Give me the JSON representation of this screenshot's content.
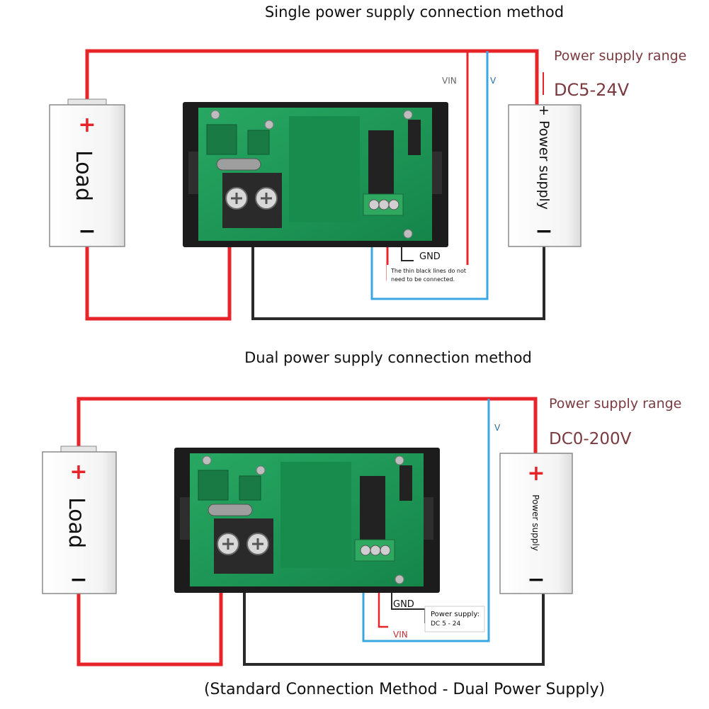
{
  "top": {
    "title": "Single power supply connection method",
    "range_label": "Power supply range",
    "range_value": "DC5-24V",
    "vin_tag": "VIN",
    "v_tag": "V",
    "gnd_tag": "GND",
    "note": [
      "The thin black lines do not",
      "need to be connected."
    ],
    "load": {
      "plus": "+",
      "minus": "−",
      "label": "Load"
    },
    "supply": {
      "plus": "+",
      "label": "Power supply",
      "minus": "−"
    }
  },
  "bottom": {
    "title": "Dual power supply connection method",
    "range_label": "Power supply range",
    "range_value": "DC0-200V",
    "v_tag": "V",
    "gnd_tag": "GND",
    "vin_tag": "VIN",
    "note": [
      "Power supply:",
      "DC 5 - 24"
    ],
    "load": {
      "plus": "+",
      "minus": "−",
      "label": "Load"
    },
    "supply": {
      "plus": "+",
      "label": "Power supply",
      "minus": "−"
    }
  },
  "footer": "(Standard Connection Method - Dual Power Supply)",
  "colors": {
    "red_wire": "#e8242b",
    "black_wire": "#2a2a2a",
    "blue_wire": "#3aa7e0",
    "range_text": "#7b3a3f",
    "pcb_green": "#1f9e57",
    "pcb_frame": "#1e1e1e"
  }
}
